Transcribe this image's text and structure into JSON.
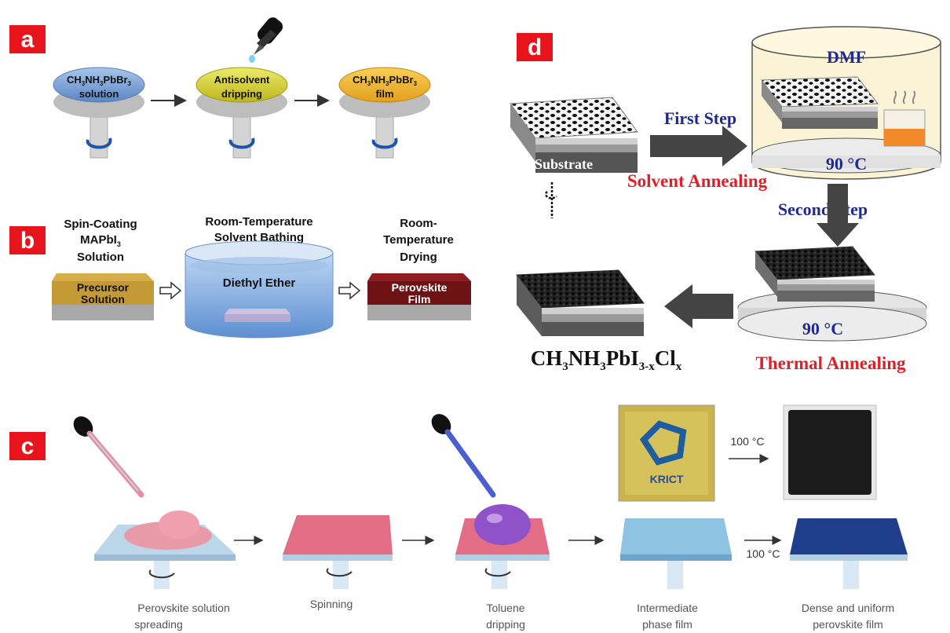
{
  "panel_a": {
    "badge": "a",
    "disc1": {
      "line1": "CH",
      "sub1": "3",
      "mid1": "NH",
      "sub2": "3",
      "mid2": "PbBr",
      "sub3": "3",
      "line2": "solution"
    },
    "disc2": {
      "line1": "Antisolvent",
      "line2": "dripping"
    },
    "disc3": {
      "line1": "CH",
      "sub1": "3",
      "mid1": "NH",
      "sub2": "3",
      "mid2": "PbBr",
      "sub3": "3",
      "line2": "film"
    },
    "colors": {
      "disc1": "#7ba7d8",
      "disc2": "#d8d62c",
      "disc3": "#f2b52e"
    }
  },
  "panel_b": {
    "badge": "b",
    "step1": {
      "line1": "Spin-Coating",
      "line2a": "MAPbI",
      "line2sub": "3",
      "line3": "Solution"
    },
    "step2": {
      "line1": "Room-Temperature",
      "line2": "Solvent Bathing"
    },
    "step3": {
      "line1": "Room-",
      "line2": "Temperature",
      "line3": "Drying"
    },
    "precursor": {
      "line1": "Precursor",
      "line2": "Solution"
    },
    "bath": "Diethyl Ether",
    "perovskite": {
      "line1": "Perovskite",
      "line2": "Film"
    }
  },
  "panel_c": {
    "badge": "c",
    "temp1": "100 °C",
    "temp2": "100 °C",
    "logo": "KRICT",
    "captions": [
      {
        "line1": "Perovskite solution",
        "line2": "spreading"
      },
      {
        "line1": "Spinning",
        "line2": ""
      },
      {
        "line1": "Toluene",
        "line2": "dripping"
      },
      {
        "line1": "Intermediate",
        "line2": "phase film"
      },
      {
        "line1": "Dense and uniform",
        "line2": "perovskite film"
      }
    ]
  },
  "panel_d": {
    "badge": "d",
    "substrate": "Substrate",
    "first_step": "First Step",
    "solvent_annealing": "Solvent Annealing",
    "dmf": "DMF",
    "temp1": "90 °C",
    "second_step": "Second  Step",
    "temp2": "90 °C",
    "thermal_annealing": "Thermal Annealing",
    "product": {
      "a": "CH",
      "s1": "3",
      "b": "NH",
      "s2": "3",
      "c": "PbI",
      "s3": "3-x",
      "d": "Cl",
      "s4": "x"
    }
  },
  "colors": {
    "badge": "#e8141b",
    "arrow_dark": "#444444",
    "blue_text": "#1f2a8c",
    "red_text": "#d9232a"
  }
}
